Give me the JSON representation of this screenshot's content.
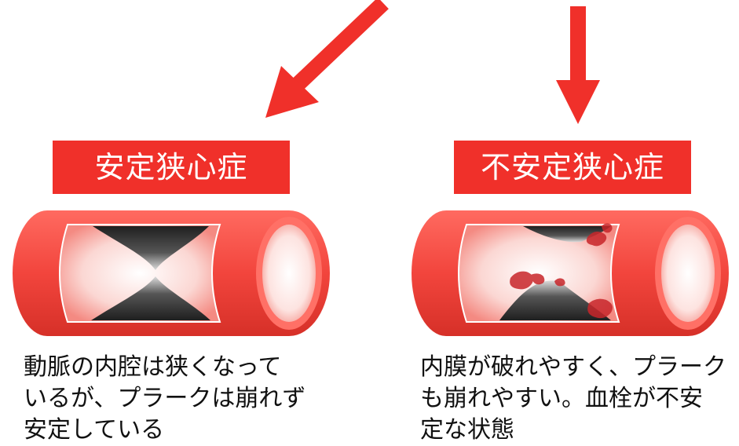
{
  "left": {
    "title": "安定狭心症",
    "caption_lines": [
      "動脈の内腔は狭くなって",
      "いるが、プラークは崩れず",
      "安定している"
    ]
  },
  "right": {
    "title": "不安定狭心症",
    "caption_lines": [
      "内膜が破れやすく、プラーク",
      "も崩れやすい。血栓が不安",
      "定な状態"
    ]
  },
  "colors": {
    "accent_red": "#f0302a",
    "vessel_red": "#f2453d",
    "plaque_dark": "#2a2a2a",
    "clot": "#c8262a"
  }
}
